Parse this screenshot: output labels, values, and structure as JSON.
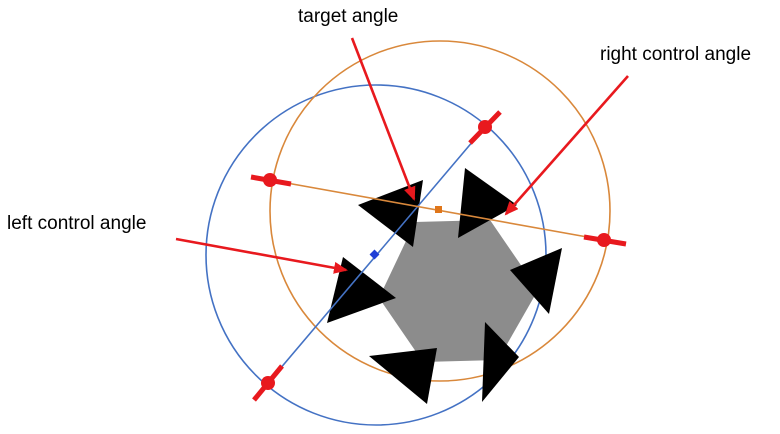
{
  "labels": {
    "target_angle": "target angle",
    "right_control_angle": "right control angle",
    "left_control_angle": "left control angle"
  },
  "colors": {
    "background": "#ffffff",
    "pointer_arrow": "#e8191e",
    "blue_circle": "#4472c4",
    "orange_circle": "#d9883b",
    "hexagon": "#8c8c8c",
    "triangles": "#000000",
    "blue_marker": "#1f3fd6",
    "orange_marker": "#e0761a"
  }
}
